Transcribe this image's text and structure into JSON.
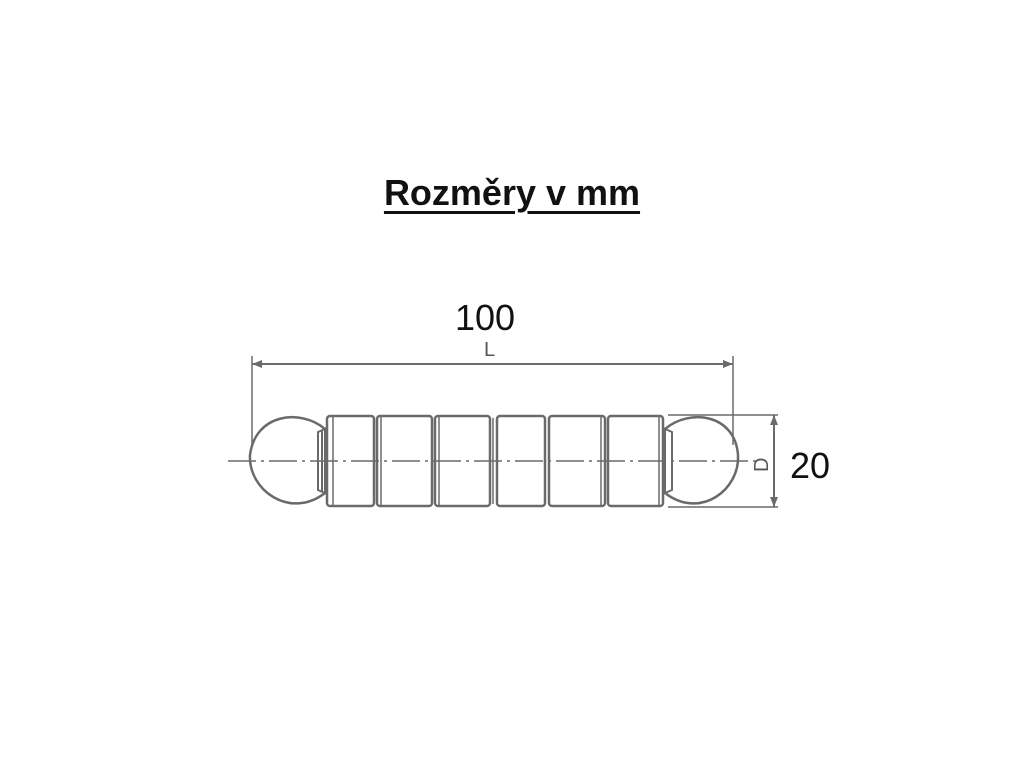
{
  "title": "Rozměry v mm",
  "dimensions": {
    "length_symbol": "L",
    "length_value": "100",
    "diameter_symbol": "D",
    "diameter_value": "20"
  },
  "colors": {
    "line": "#6a6a6a",
    "text": "#111111",
    "background": "#ffffff"
  }
}
